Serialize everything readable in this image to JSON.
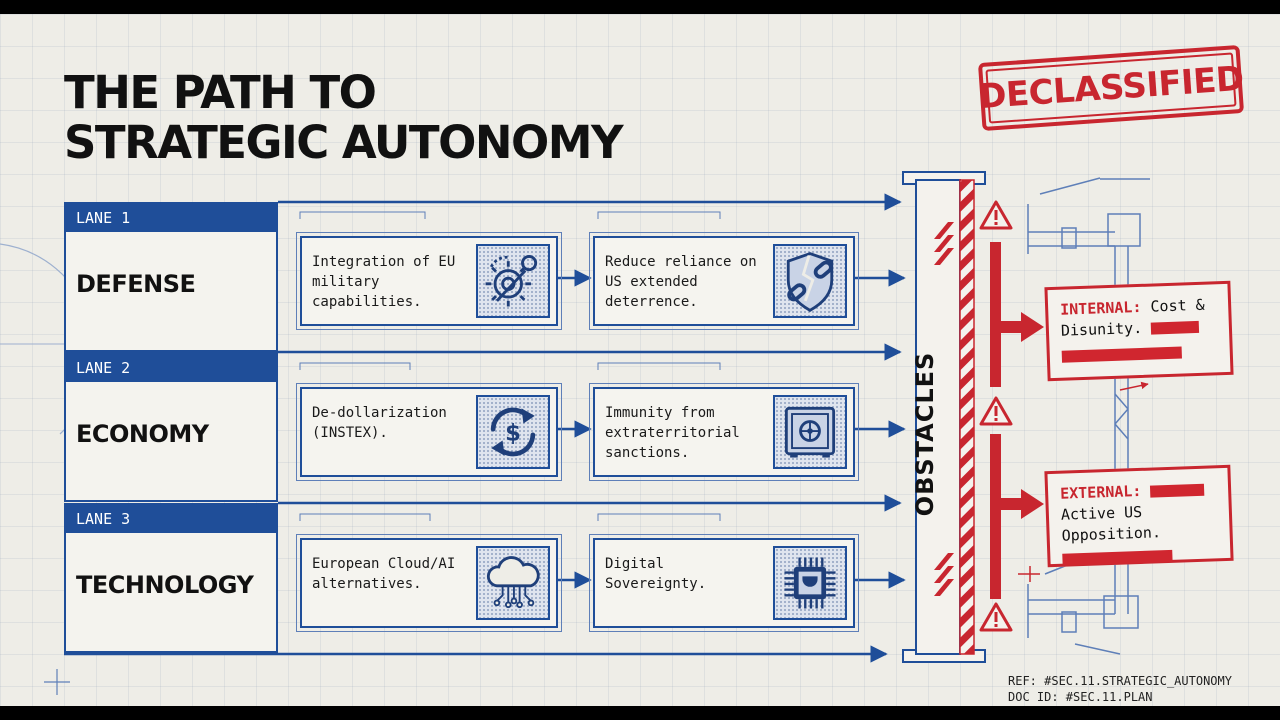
{
  "title_lines": [
    "THE PATH TO",
    "STRATEGIC AUTONOMY"
  ],
  "stamp_text": "DECLASSIFIED",
  "lanes": [
    {
      "tag": "LANE 1",
      "name": "DEFENSE",
      "steps": [
        {
          "text": "Integration of EU military capabilities.",
          "icon": "gear-tool-icon"
        },
        {
          "text": "Reduce reliance on US extended deterrence.",
          "icon": "shield-broken-chain-icon"
        }
      ]
    },
    {
      "tag": "LANE 2",
      "name": "ECONOMY",
      "steps": [
        {
          "text": "De-dollarization (INSTEX).",
          "icon": "dollar-cycle-icon"
        },
        {
          "text": "Immunity from extraterritorial sanctions.",
          "icon": "vault-safe-icon"
        }
      ]
    },
    {
      "tag": "LANE 3",
      "name": "TECHNOLOGY",
      "steps": [
        {
          "text": "European Cloud/AI alternatives.",
          "icon": "cloud-network-icon"
        },
        {
          "text": "Digital Sovereignty.",
          "icon": "microchip-icon"
        }
      ]
    }
  ],
  "obstacles_label": "OBSTACLES",
  "obstacles": [
    {
      "label": "INTERNAL:",
      "text": "Cost & Disunity."
    },
    {
      "label": "EXTERNAL:",
      "text": "Active US Opposition."
    }
  ],
  "ref_lines": [
    "REF: #SEC.11.STRATEGIC_AUTONOMY",
    "DOC ID: #SEC.11.PLAN"
  ],
  "colors": {
    "blueprint_blue": "#1f4e99",
    "alert_red": "#c8262f",
    "paper": "#eeede7",
    "ink": "#111111"
  }
}
